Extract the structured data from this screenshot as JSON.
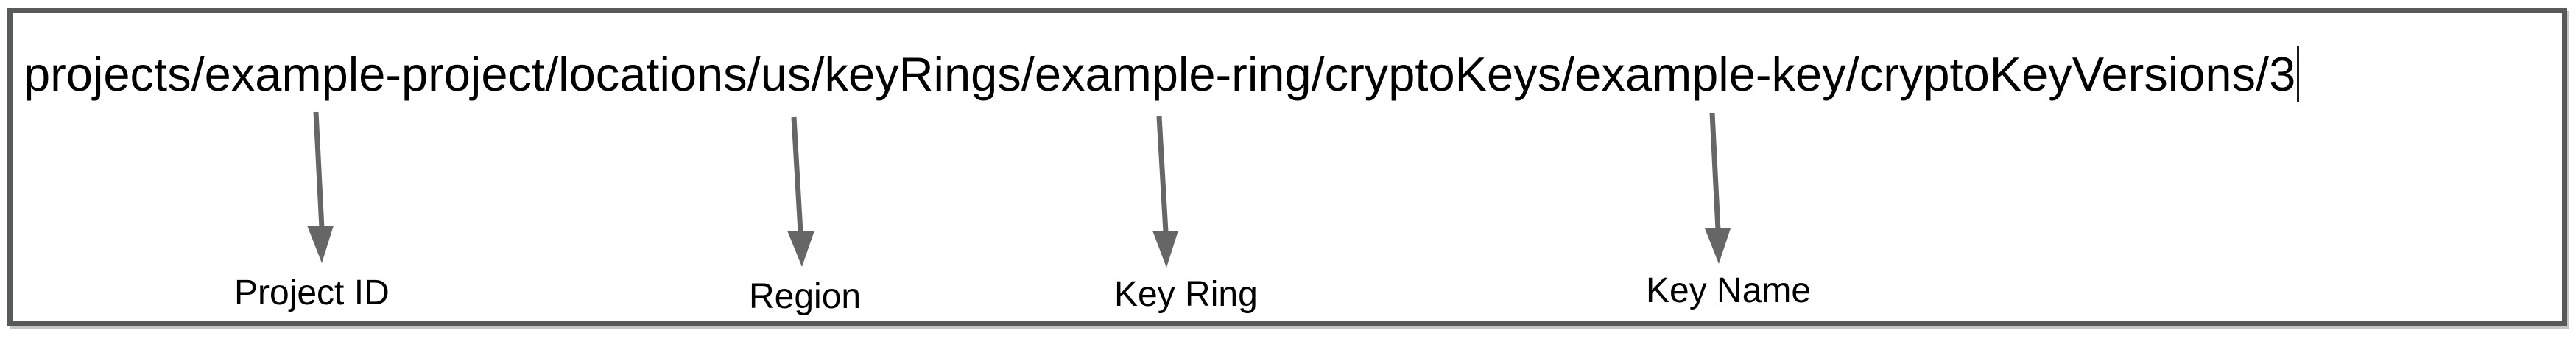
{
  "path": {
    "value": "projects/example-project/locations/us/keyRings/example-ring/cryptoKeys/example-key/cryptoKeyVersions/3"
  },
  "annotations": [
    {
      "label": "Project ID",
      "points_to": "example-project"
    },
    {
      "label": "Region",
      "points_to": "us"
    },
    {
      "label": "Key Ring",
      "points_to": "example-ring"
    },
    {
      "label": "Key Name",
      "points_to": "example-key"
    }
  ],
  "colors": {
    "panel_border": "#58595b",
    "arrow": "#666666",
    "text": "#000000",
    "caret": "#1a1a1a",
    "background": "#ffffff"
  }
}
